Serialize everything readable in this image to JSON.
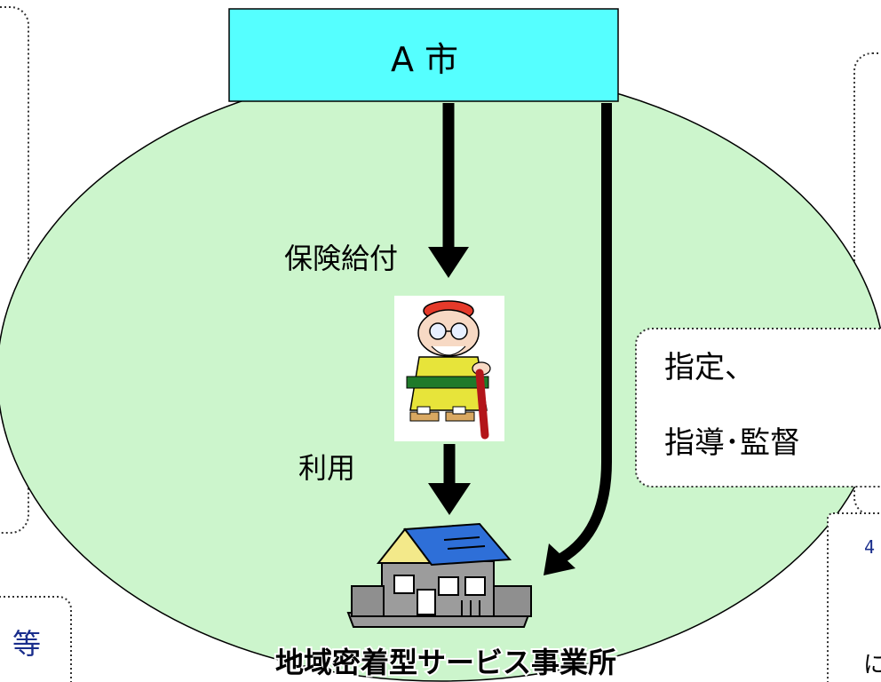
{
  "diagram": {
    "city_label": "A 市",
    "benefit_label": "保険給付",
    "use_label": "利用",
    "designation_line1": "指定、",
    "designation_line2": "指導･監督",
    "facility_label": "地域密着型サービス事業所",
    "cut_left_text": "等",
    "cut_right_number": "4",
    "cut_right_text": "に"
  },
  "colors": {
    "ellipse_fill": "#ccf5cc",
    "city_box_fill": "#55ffff",
    "facility_roof": "#2e6fd8",
    "facility_body": "#909090",
    "left_cut_text": "#1a2e8c",
    "right_cut_number": "#1a2e8c"
  },
  "icons": [
    "elderly-person-icon",
    "house-icon"
  ]
}
